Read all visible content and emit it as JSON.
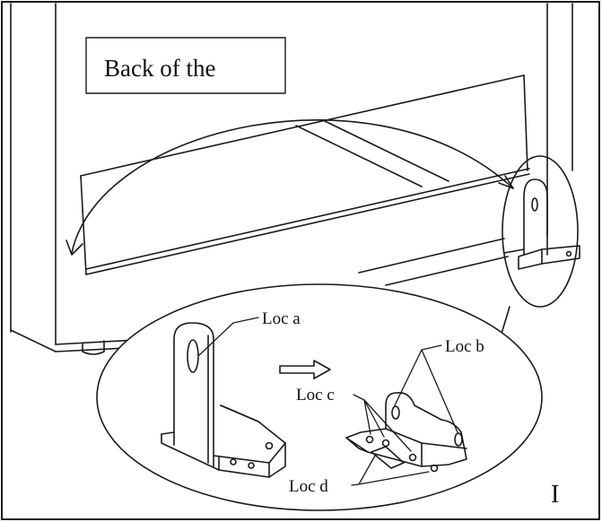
{
  "title_box": {
    "text": "Back of the"
  },
  "labels": {
    "loc_a": "Loc a",
    "loc_b": "Loc b",
    "loc_c": "Loc c",
    "loc_d": "Loc d"
  },
  "step_marker": "I",
  "colors": {
    "line": "#1a1a1a",
    "background": "#ffffff"
  }
}
